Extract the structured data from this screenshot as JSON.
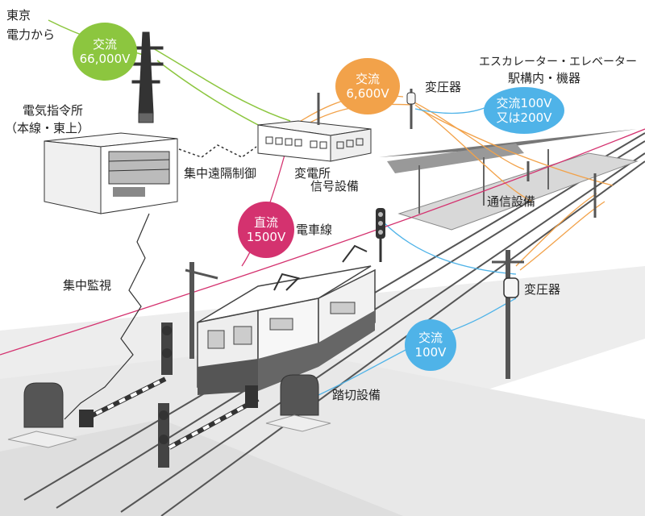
{
  "labels": {
    "source_line1": "東京",
    "source_line2": "電力から",
    "command_line1": "電気指令所",
    "command_line2": "（本線・東上）",
    "remote_control": "集中遠隔制御",
    "substation": "変電所",
    "central_monitor": "集中監視",
    "signal": "信号設備",
    "overhead_line": "電車線",
    "transformer_top": "変圧器",
    "transformer_right": "変圧器",
    "station_line1": "エスカレーター・エレベーター",
    "station_line2": "駅構内・機器",
    "communication": "通信設備",
    "crossing": "踏切設備"
  },
  "bubbles": {
    "ac66k": {
      "line1": "交流",
      "line2": "66,000V",
      "color": "#8cc63f"
    },
    "ac6600": {
      "line1": "交流",
      "line2": "6,600V",
      "color": "#f2a24a"
    },
    "ac100_200": {
      "line1": "交流100V",
      "line2": "又は200V",
      "color": "#4fb3e8"
    },
    "dc1500": {
      "line1": "直流",
      "line2": "1500V",
      "color": "#d4326f"
    },
    "ac100": {
      "line1": "交流",
      "line2": "100V",
      "color": "#4fb3e8"
    }
  },
  "colors": {
    "line_green": "#8cc63f",
    "line_orange": "#f2a24a",
    "line_blue": "#4fb3e8",
    "line_pink": "#d4326f",
    "ground": "#e6e6e6",
    "dark": "#333333"
  },
  "icons": [
    "transmission-tower-icon",
    "substation-building-icon",
    "command-center-icon",
    "train-icon",
    "signal-icon",
    "transformer-icon",
    "crossing-gate-icon",
    "utility-pole-icon",
    "platform-icon"
  ]
}
